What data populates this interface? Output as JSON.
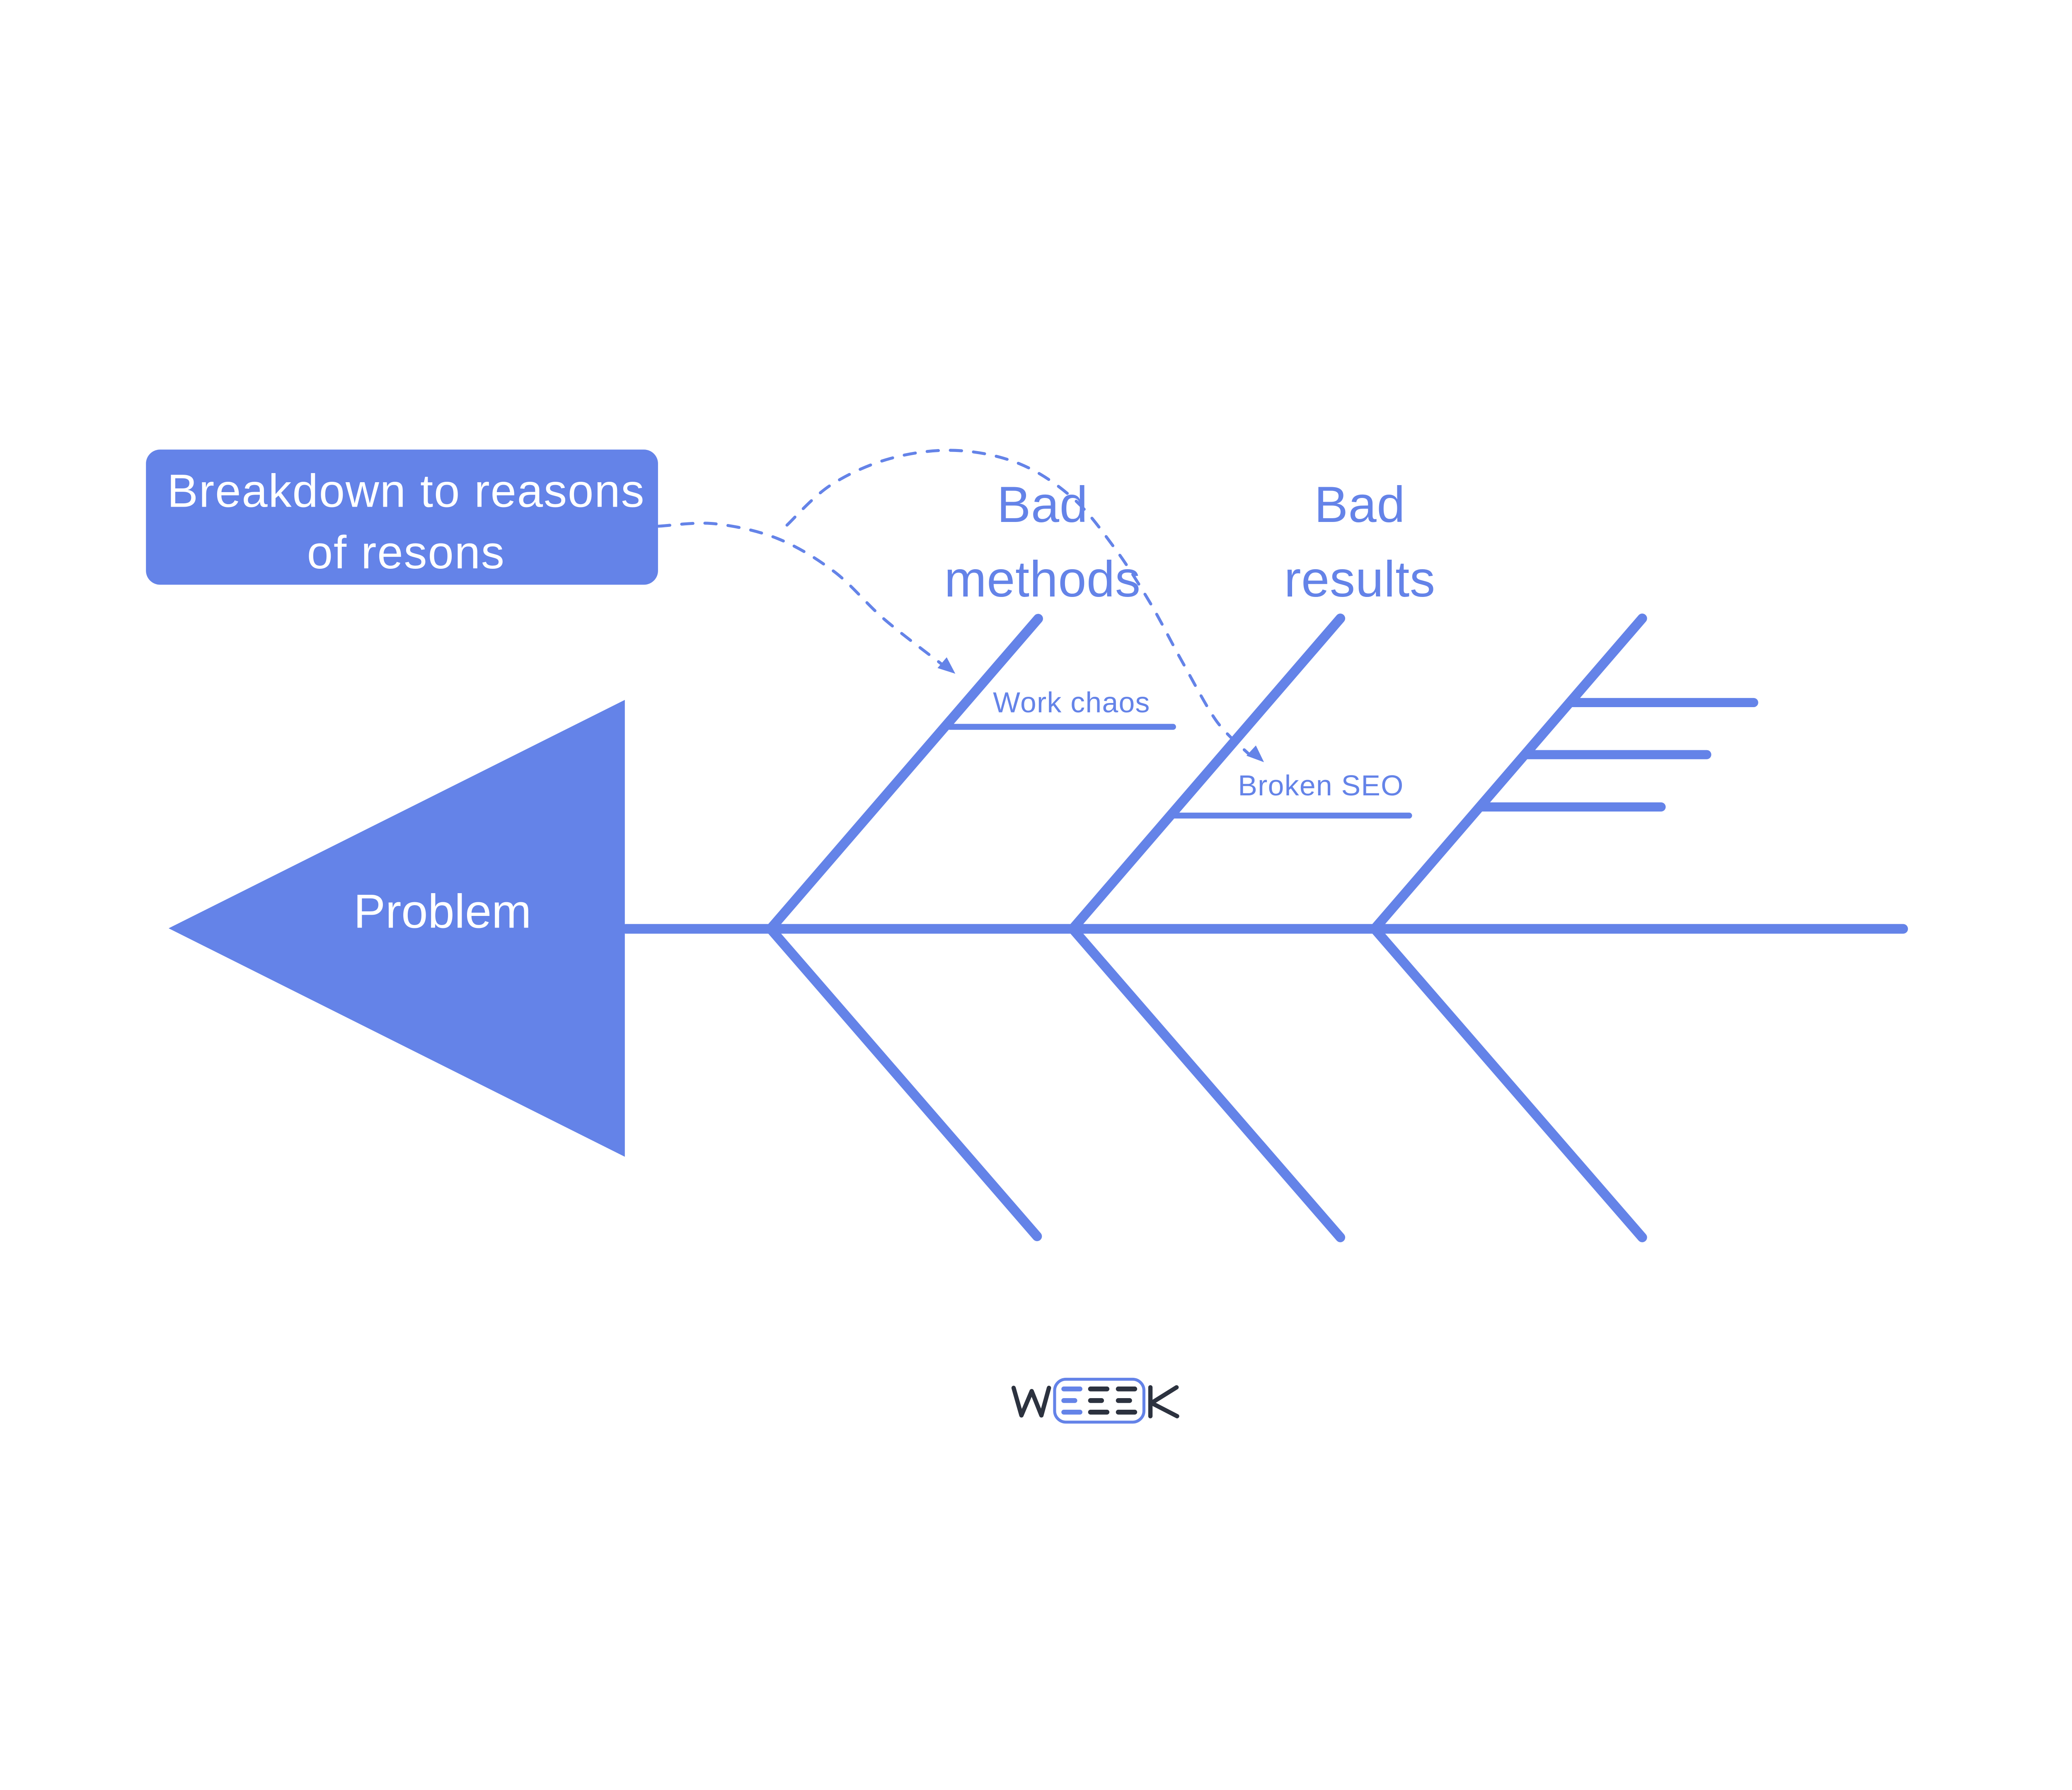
{
  "diagram_type": "fishbone-ishikawa",
  "colors": {
    "accent_blue": "#6483e8",
    "logo_dark": "#2c323f",
    "background": "#ffffff",
    "text_on_accent": "#ffffff"
  },
  "annotation": {
    "line1": "Breakdown to reasons",
    "line2": "of resons"
  },
  "head": {
    "label": "Problem"
  },
  "branches": [
    {
      "title_line1": "Bad",
      "title_line2": "methods",
      "causes": [
        "Work chaos"
      ]
    },
    {
      "title_line1": "Bad",
      "title_line2": "results",
      "causes": [
        "Broken SEO"
      ]
    },
    {
      "title_line1": "",
      "title_line2": "",
      "causes": [
        "",
        "",
        ""
      ]
    }
  ],
  "logo": {
    "text": "WEEEK"
  }
}
